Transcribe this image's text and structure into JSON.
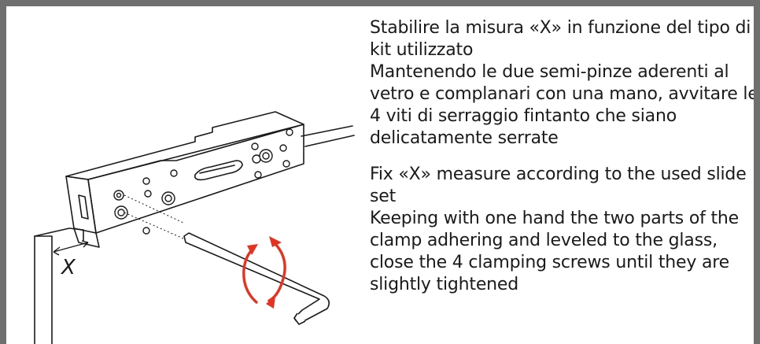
{
  "figure": {
    "measure_label": "X",
    "arrow_color": "#e53321"
  },
  "instructions": {
    "it": [
      "Stabilire la misura «X» in funzione del tipo di kit utilizzato",
      "Mantenendo le due semi-pinze aderenti al vetro e complanari con una mano, avvitare le 4 viti di serraggio fintanto che siano delicatamente serrate"
    ],
    "en": [
      "Fix «X» measure according to the used slide set",
      "Keeping with one hand the two parts of the clamp adhering and leveled to the glass, close the 4 clamping screws until they are slightly tightened"
    ]
  }
}
